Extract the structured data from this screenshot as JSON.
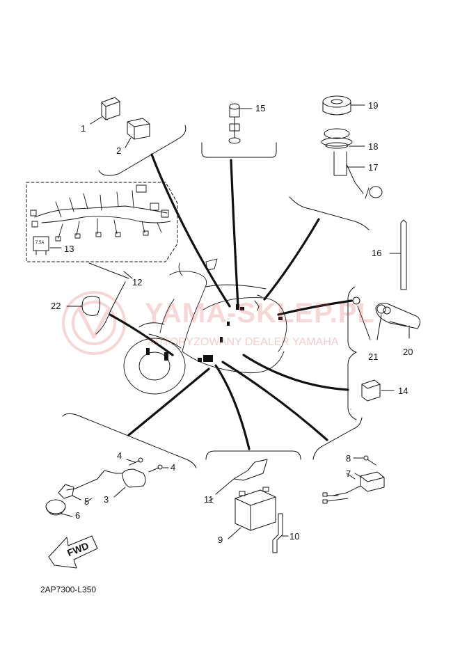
{
  "watermark": {
    "title": "YAMA-SKLEP.PL",
    "subtitle": "AUTORYZOWANY DEALER YAMAHA"
  },
  "diagram_code": "2AP7300-L350",
  "callouts": [
    "1",
    "2",
    "3",
    "4",
    "4",
    "5",
    "6",
    "7",
    "8",
    "9",
    "10",
    "11",
    "12",
    "13",
    "14",
    "15",
    "16",
    "17",
    "18",
    "19",
    "20",
    "21",
    "22"
  ],
  "fuse_text": "7.5A",
  "fwd_text": "FWD",
  "colors": {
    "line": "#111111",
    "watermark": "#d94a4a"
  }
}
